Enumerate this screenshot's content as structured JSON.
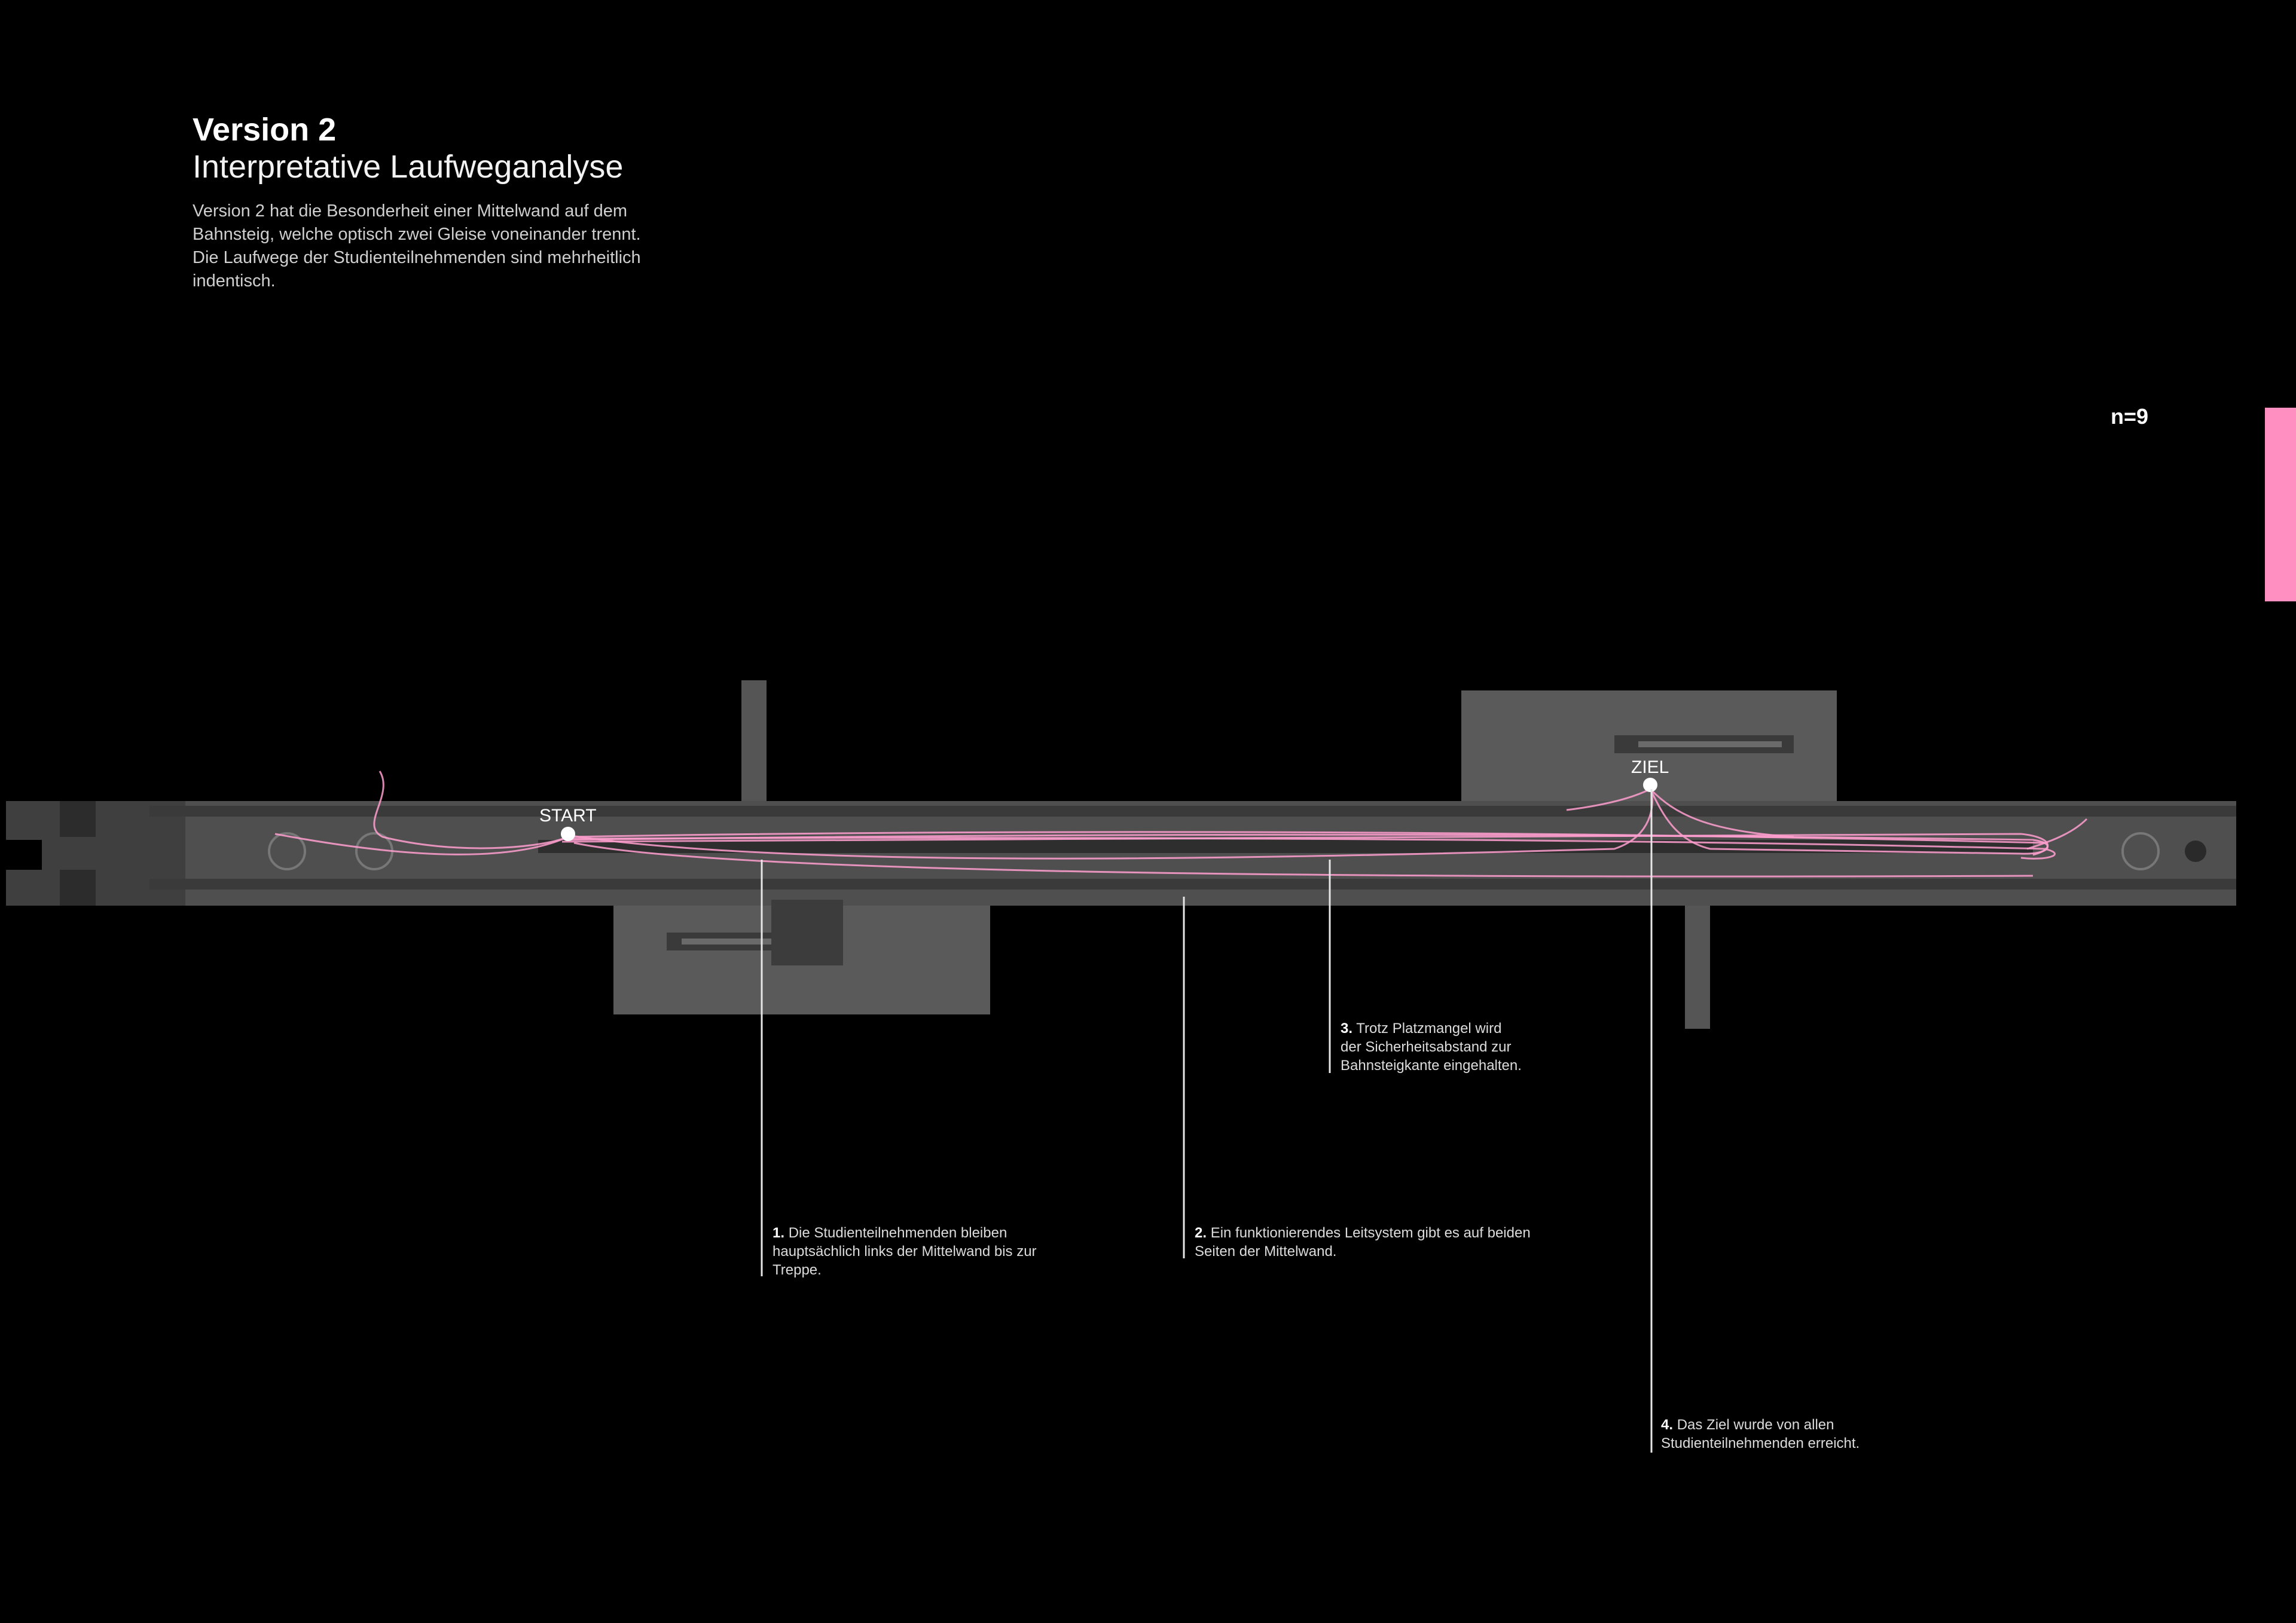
{
  "header": {
    "title": "Version 2",
    "subtitle": "Interpretative Laufweganalyse",
    "description": "Version 2 hat die Besonderheit einer Mittelwand auf dem\nBahnsteig, welche optisch zwei Gleise voneinander trennt.\nDie Laufwege der Studienteilnehmenden sind mehrheitlich\nindentisch."
  },
  "sample": {
    "label": "n=9"
  },
  "colors": {
    "accent": "#ff8fc0",
    "path": "#ff9fcf",
    "background": "#000000",
    "platform": "#555555"
  },
  "plan": {
    "start_label": "START",
    "goal_label": "ZIEL",
    "participants": 9
  },
  "annotations": [
    {
      "num": "1.",
      "line1": "Die Studienteilnehmenden bleiben",
      "line2": "hauptsächlich links der Mittelwand bis zur",
      "line3": "Treppe."
    },
    {
      "num": "2.",
      "line1": "Ein funktionierendes Leitsystem gibt es auf beiden",
      "line2": "Seiten der Mittelwand."
    },
    {
      "num": "3.",
      "line1": "Trotz Platzmangel wird",
      "line2": "der Sicherheitsabstand zur",
      "line3": "Bahnsteigkante eingehalten."
    },
    {
      "num": "4.",
      "line1": "Das Ziel wurde von allen",
      "line2": "Studienteilnehmenden erreicht."
    }
  ]
}
